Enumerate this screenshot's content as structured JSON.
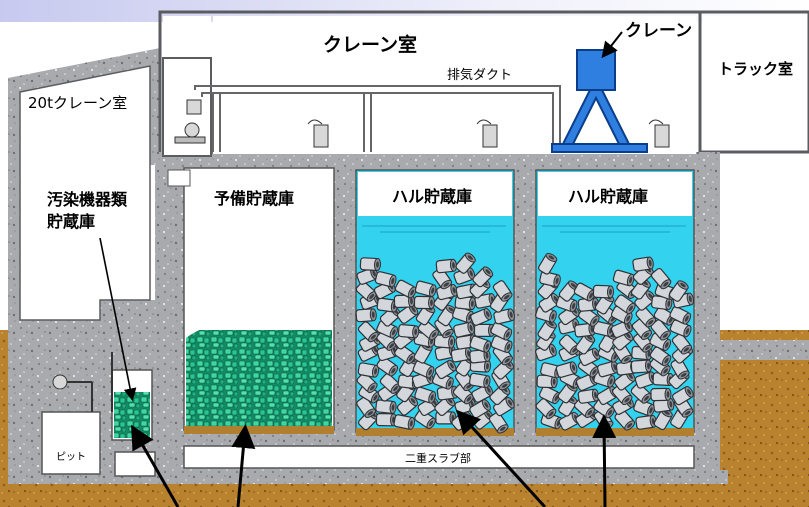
{
  "labels": {
    "crane_room": "クレーン室",
    "crane": "クレーン",
    "exhaust_duct": "排気ダクト",
    "truck_room": "トラック室",
    "crane_20t_room": "20tクレーン室",
    "contaminated_storage_line1": "汚染機器類",
    "contaminated_storage_line2": "貯蔵庫",
    "spare_storage": "予備貯蔵庫",
    "hull_storage_1": "ハル貯蔵庫",
    "hull_storage_2": "ハル貯蔵庫",
    "pit": "ピット",
    "double_slab": "二重スラブ部"
  },
  "colors": {
    "concrete": "#a9aaad",
    "water": "#33d3f0",
    "soil": "#b9822f",
    "crane": "#2f7fe0",
    "green_waste": "#27c592",
    "hull": "#c9cdd2",
    "background_top": "#b9bce6"
  },
  "icons": [
    "crane-icon",
    "pump-icon",
    "valve-icon",
    "arrow-icon"
  ]
}
